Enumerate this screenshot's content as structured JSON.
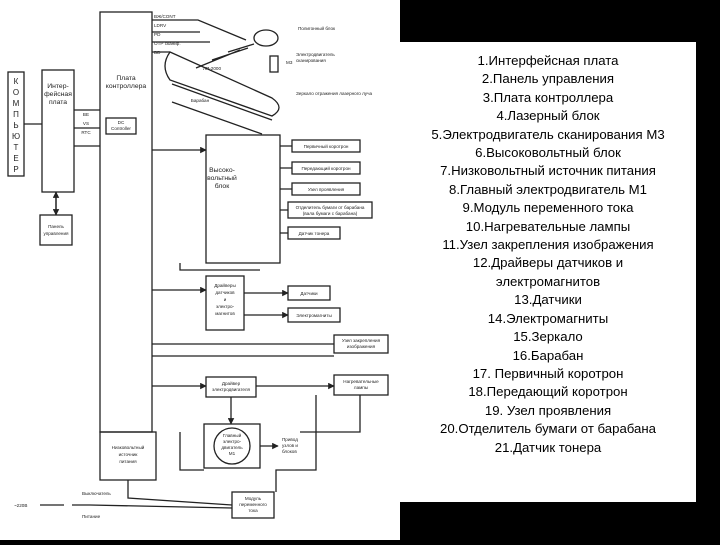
{
  "diagram": {
    "computer_letters": [
      "К",
      "О",
      "М",
      "П",
      "Ь",
      "Ю",
      "Т",
      "Е",
      "Р"
    ],
    "interface_board": "Интер-\nфейсная\nплата",
    "interface_signals": [
      "ВЕ\nVS\nRTC"
    ],
    "control_panel": "Панель\nуправления",
    "controller_board": "Плата\nконтроллера",
    "controller_chip": "DC\nController",
    "top_signals": [
      "ВЖ/CONT",
      "LDRV",
      "PD",
      "ОТР сканир.",
      "BD"
    ],
    "hv_block": "Высоко-\nвольтный\nблок",
    "hv_outputs": [
      "Первичный коротрон",
      "Передающий коротрон",
      "Узел проявления",
      "Отделитель бумаги от барабана\n(вала бумаги с барабана)",
      "Датчик тонера"
    ],
    "sensor_drivers": "Драйверы\nдатчиков\nи\nэлектро-\nмагнитов",
    "sensors": "Датчики",
    "electromagnets": "Электромагниты",
    "fixing_unit": "Узел закрепления\nизображения",
    "heat_lamps": "Нагревательные\nлампы",
    "motor_driver": "Драйвер\nэлектродвигателя",
    "main_motor": "Главный\nэлектро-\nдвигатель\nM1",
    "drive_note": "Привод\nузлов и\nблоков",
    "lv_supply": "Низковольтный\nисточник\nпитания",
    "ac_module": "Модуль\nпеременного\nтока",
    "power_switch": "Выключатель",
    "ac_plug": "~220В",
    "fuse": "Питание",
    "polygon_mirror": "Полигонный блок",
    "scan_motor": "Электродвигатель\nсканирования",
    "m3_label": "М3",
    "laser_beam": "Зеркало отражения лазерного луча",
    "drum": "Барабан",
    "drum_label": "ЛП-2000"
  },
  "legend": [
    "1.Интерфейсная плата",
    "2.Панель управления",
    "3.Плата контроллера",
    "4.Лазерный блок",
    "5.Электродвигатель сканирования М3",
    "6.Высоковольтный блок",
    "7.Низковольтный источник питания",
    "8.Главный электродвигатель М1",
    "9.Модуль переменного тока",
    "10.Нагревательные лампы",
    "11.Узел закрепления изображения",
    "12.Драйверы датчиков и",
    "электромагнитов",
    "13.Датчики",
    "14.Электромагниты",
    "15.Зеркало",
    "16.Барабан",
    "17. Первичный коротрон",
    "18.Передающий коротрон",
    "19. Узел проявления",
    "20.Отделитель бумаги от барабана",
    "21.Датчик тонера"
  ],
  "colors": {
    "background": "#000000",
    "panel": "#ffffff",
    "line": "#222222"
  }
}
